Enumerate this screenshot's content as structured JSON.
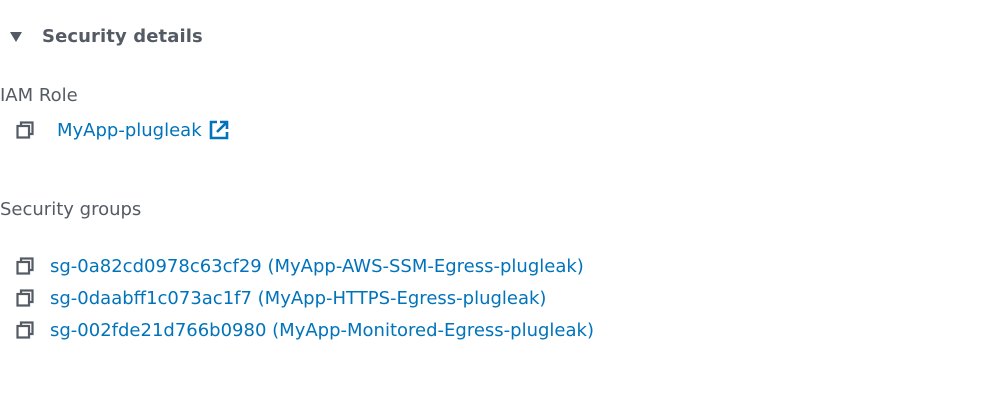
{
  "section": {
    "title": "Security details",
    "expanded": true,
    "caret_icon": "caret-down-icon"
  },
  "iam_role": {
    "label": "IAM Role",
    "value": "MyApp-plugleak",
    "copy_icon": "copy-icon",
    "external_icon": "external-link-icon"
  },
  "security_groups": {
    "label": "Security groups",
    "items": [
      {
        "text": "sg-0a82cd0978c63cf29 (MyApp-AWS-SSM-Egress-plugleak)"
      },
      {
        "text": "sg-0daabff1c073ac1f7 (MyApp-HTTPS-Egress-plugleak)"
      },
      {
        "text": "sg-002fde21d766b0980 (MyApp-Monitored-Egress-plugleak)"
      }
    ]
  },
  "colors": {
    "text": "#545b64",
    "link": "#0073bb",
    "icon": "#545b64"
  }
}
